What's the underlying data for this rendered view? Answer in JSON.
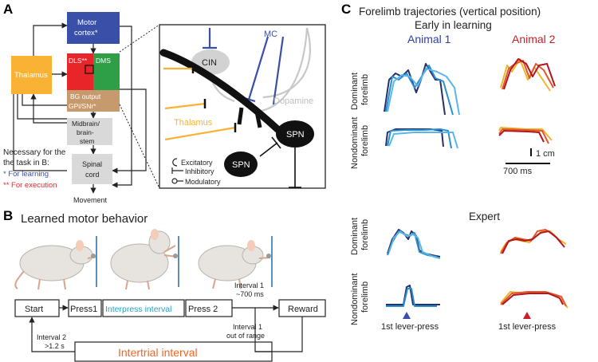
{
  "panel_a": {
    "letter": "A",
    "motor_cortex": [
      "Motor",
      "cortex*"
    ],
    "thalamus": "Thalamus",
    "dls": "DLS**",
    "dms": "DMS",
    "bg_output": [
      "BG output",
      "GPi/SNr*"
    ],
    "midbrain": [
      "Midbrain/",
      "brain-",
      "stem"
    ],
    "spinal": [
      "Spinal",
      "cord"
    ],
    "movement": "Movement",
    "necessary": [
      "Necessary for the",
      "the task in B:"
    ],
    "legend_learning": "*  For learning",
    "legend_execution": "** For execution",
    "inset": {
      "cin": "CIN",
      "mc": "MC",
      "dopamine": "Dopamine",
      "thalamus": "Thalamus",
      "spn_main": "SPN",
      "spn_small": "SPN",
      "excitatory": "Excitatory",
      "inhibitory": "Inhibitory",
      "modulatory": "Modulatory"
    }
  },
  "panel_b": {
    "letter": "B",
    "title": "Learned motor behavior",
    "start": "Start",
    "press1": "Press1",
    "interpress": "Interpress interval",
    "press2": "Press 2",
    "reward": "Reward",
    "interval1_ok": [
      "Interval 1",
      "~700 ms"
    ],
    "interval1_out": [
      "Interval 1",
      "out of range"
    ],
    "interval2": [
      "Interval 2",
      ">1.2 s"
    ],
    "intertrial": "Intertrial interval"
  },
  "panel_c": {
    "letter": "C",
    "title": "Forelimb trajectories (vertical position)",
    "early": "Early in learning",
    "expert": "Expert",
    "animal1": "Animal 1",
    "animal2": "Animal 2",
    "dominant": [
      "Dominant",
      "forelimb"
    ],
    "nondominant": [
      "Nondominant",
      "forelimb"
    ],
    "scale_y": "1 cm",
    "scale_x": "700 ms",
    "lever1": "1st lever-press",
    "lever2": "1st lever-press"
  },
  "colors": {
    "motor_cortex": "#3a4fa8",
    "thalamus": "#f9b233",
    "dls": "#e8262a",
    "dms": "#2e9e47",
    "bg_output": "#c79a6e",
    "gray_box": "#d9d9d9",
    "animal1": "#2e3f9e",
    "animal2": "#c8202a",
    "intertrial": "#f26522",
    "interpress": "#22a3c9"
  }
}
